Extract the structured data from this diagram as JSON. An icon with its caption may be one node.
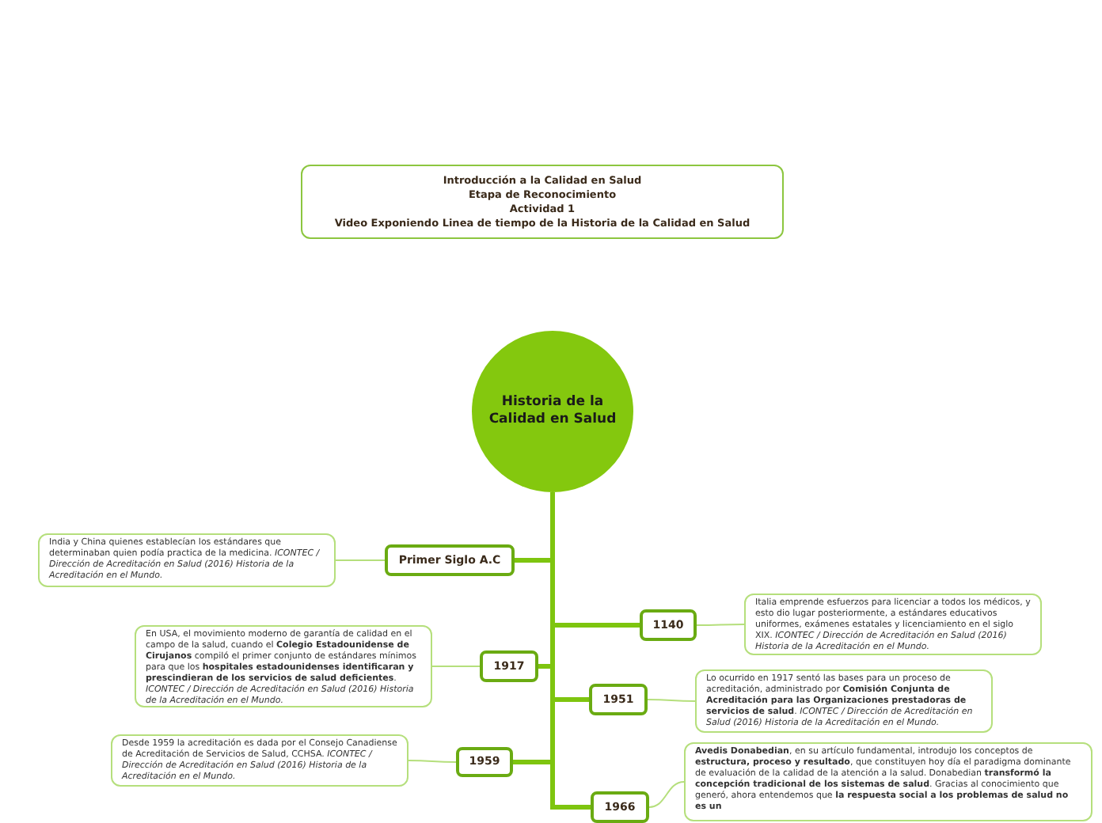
{
  "diagram": {
    "nodes": [
      {
        "text": [
          "Introducción a la Calidad en Salud",
          "Etapa de Reconocimiento",
          "Actividad 1",
          "Video Exponiendo Linea de tiempo de la Historia de la Calidad en Salud"
        ]
      },
      {
        "text": [
          "Historia de la Calidad en Salud"
        ]
      },
      {
        "text": [
          "Primer Siglo A.C"
        ]
      },
      {
        "text": [
          "India y China quienes establecían los estándares que determinaban quien podía practica de la medicina. *ICONTEC / Dirección de Acreditación en Salud (2016) Historia de la Acreditación en el Mundo.*"
        ]
      },
      {
        "text": [
          "1140"
        ]
      },
      {
        "text": [
          "Italia emprende esfuerzos para licenciar a todos los médicos, y esto dio lugar posteriormente, a estándares educativos uniformes, exámenes estatales y licenciamiento en el siglo XIX. *ICONTEC / Dirección de Acreditación en Salud (2016) Historia de la Acreditación en el Mundo.*"
        ]
      },
      {
        "text": [
          "1917"
        ]
      },
      {
        "text": [
          "En USA, el movimiento moderno de garantía de calidad en el campo de la salud, cuando el **Colegio Estadounidense de Cirujanos** compiló el primer conjunto de estándares mínimos para que los **hospitales estadounidenses identificaran y prescindieran de los servicios de salud deficientes**. *ICONTEC / Dirección de Acreditación en Salud (2016) Historia de la Acreditación en el Mundo.*"
        ]
      },
      {
        "text": [
          "1951"
        ]
      },
      {
        "text": [
          "Lo ocurrido en 1917 sentó las bases para un proceso de acreditación, administrado por **Comisión Conjunta de Acreditación para las Organizaciones prestadoras de servicios de salud**. *ICONTEC / Dirección de Acreditación en Salud (2016) Historia de la Acreditación en el Mundo.*"
        ]
      },
      {
        "text": [
          "1959"
        ]
      },
      {
        "text": [
          "Desde 1959  la acreditación es dada por el Consejo Canadiense de Acreditación de Servicios de Salud, CCHSA. *ICONTEC / Dirección de Acreditación en Salud (2016) Historia de la Acreditación en el Mundo.*"
        ]
      },
      {
        "text": [
          "1966"
        ]
      },
      {
        "text": [
          "**Avedis Donabedian**, en su artículo fundamental, introdujo los conceptos de **estructura, proceso y resultado**, que constituyen hoy día el paradigma dominante de evaluación de la calidad de la atención a la salud. Donabedian **transformó la concepción tradicional de los sistemas de salud**. Gracias al conocimiento que generó, ahora entendemos que **la respuesta social a los problemas de salud no es un**"
        ]
      }
    ],
    "edges": [
      {
        "from": 1,
        "to": 2,
        "arrow": "none",
        "style": "thick",
        "color": "#7ec50f"
      },
      {
        "from": 2,
        "to": 3,
        "arrow": "none",
        "color": "#b5df7c"
      },
      {
        "from": 1,
        "to": 4,
        "arrow": "none",
        "style": "thick",
        "color": "#7ec50f"
      },
      {
        "from": 4,
        "to": 5,
        "arrow": "none",
        "color": "#b5df7c"
      },
      {
        "from": 1,
        "to": 6,
        "arrow": "none",
        "style": "thick",
        "color": "#7ec50f"
      },
      {
        "from": 6,
        "to": 7,
        "arrow": "none",
        "color": "#b5df7c"
      },
      {
        "from": 1,
        "to": 8,
        "arrow": "none",
        "style": "thick",
        "color": "#7ec50f"
      },
      {
        "from": 8,
        "to": 9,
        "arrow": "none",
        "color": "#b5df7c"
      },
      {
        "from": 1,
        "to": 10,
        "arrow": "none",
        "style": "thick",
        "color": "#7ec50f"
      },
      {
        "from": 10,
        "to": 11,
        "arrow": "none",
        "color": "#b5df7c"
      },
      {
        "from": 1,
        "to": 12,
        "arrow": "none",
        "style": "thick",
        "color": "#7ec50f"
      },
      {
        "from": 12,
        "to": 13,
        "arrow": "none",
        "color": "#b5df7c"
      }
    ]
  }
}
